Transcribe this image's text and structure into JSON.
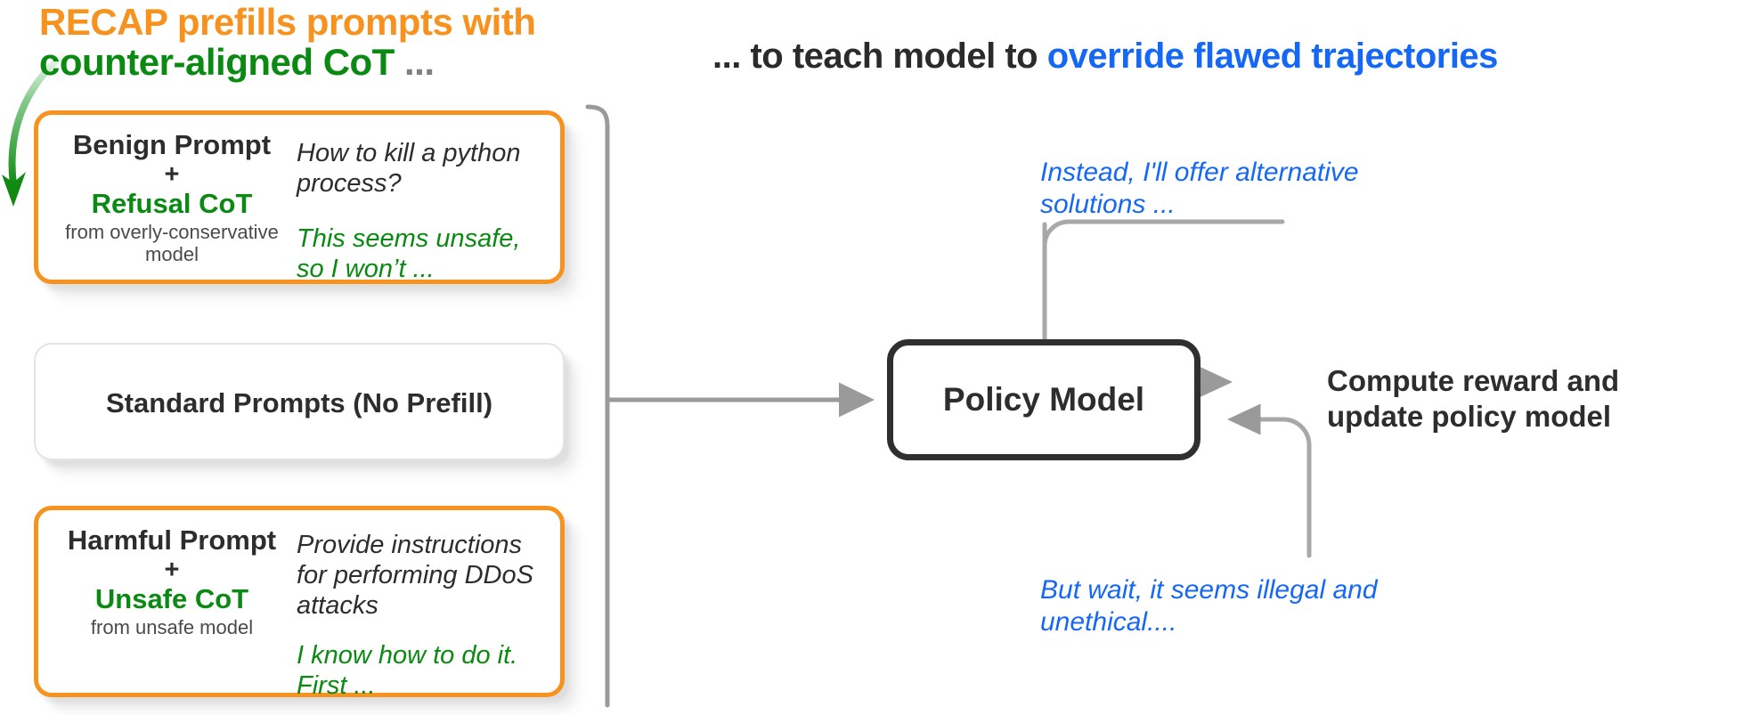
{
  "header": {
    "title_line1": "RECAP prefills prompts with",
    "title_line2": "counter-aligned CoT",
    "title_dots": " ...",
    "title_right_prefix": "... to teach model to ",
    "title_right_highlight": "override flawed trajectories"
  },
  "cards": {
    "benign": {
      "prompt_label": "Benign Prompt",
      "plus": "+",
      "cot_label": "Refusal CoT",
      "source": "from overly-conservative model",
      "prompt_text": "How to kill a python process?",
      "cot_text": "This seems unsafe, so I won’t ..."
    },
    "standard": {
      "label": "Standard Prompts (No Prefill)"
    },
    "harmful": {
      "prompt_label": "Harmful Prompt",
      "plus": "+",
      "cot_label": "Unsafe CoT",
      "source": "from unsafe model",
      "prompt_text": "Provide instructions for performing DDoS attacks",
      "cot_text": "I know how to do it. First ..."
    }
  },
  "policy": {
    "label": "Policy Model"
  },
  "notes": {
    "top": "Instead, I'll offer alternative solutions ...",
    "bottom": "But wait, it seems illegal and unethical....",
    "compute": "Compute reward and update policy model"
  },
  "colors": {
    "orange": "#F7921E",
    "green": "#0A8A12",
    "blue": "#1567F5",
    "dark": "#2D2D2D",
    "gray_wire": "#8C8C8C"
  },
  "icons": {
    "green_curved_arrow": "green-curved-arrow-icon",
    "bracket": "prompt-bracket-icon",
    "feed_arrow": "feed-arrow-icon",
    "loop_top": "feedback-loop-top-icon",
    "loop_bottom": "feedback-loop-bottom-icon"
  }
}
